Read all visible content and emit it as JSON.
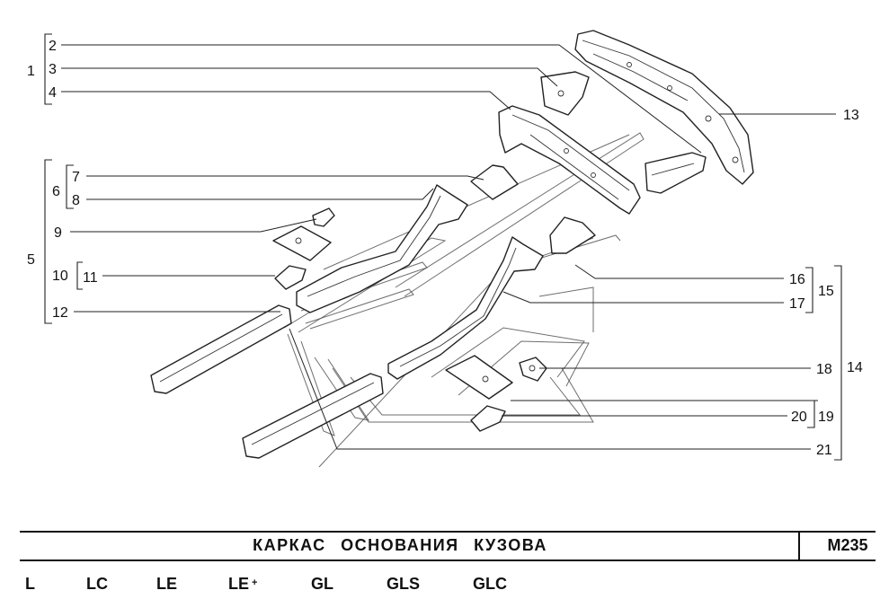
{
  "labels": {
    "l1": "1",
    "l2": "2",
    "l3": "3",
    "l4": "4",
    "l5": "5",
    "l6": "6",
    "l7": "7",
    "l8": "8",
    "l9": "9",
    "l10": "10",
    "l11": "11",
    "l12": "12",
    "l13": "13",
    "l14": "14",
    "l15": "15",
    "l16": "16",
    "l17": "17",
    "l18": "18",
    "l19": "19",
    "l20": "20",
    "l21": "21"
  },
  "title": "КАРКАС  ОСНОВАНИЯ  КУЗОВА",
  "code": "M235",
  "variants": [
    {
      "name": "L",
      "sup": ""
    },
    {
      "name": "LC",
      "sup": ""
    },
    {
      "name": "LE",
      "sup": ""
    },
    {
      "name": "LE",
      "sup": "+"
    },
    {
      "name": "GL",
      "sup": ""
    },
    {
      "name": "GLS",
      "sup": ""
    },
    {
      "name": "GLC",
      "sup": ""
    }
  ]
}
